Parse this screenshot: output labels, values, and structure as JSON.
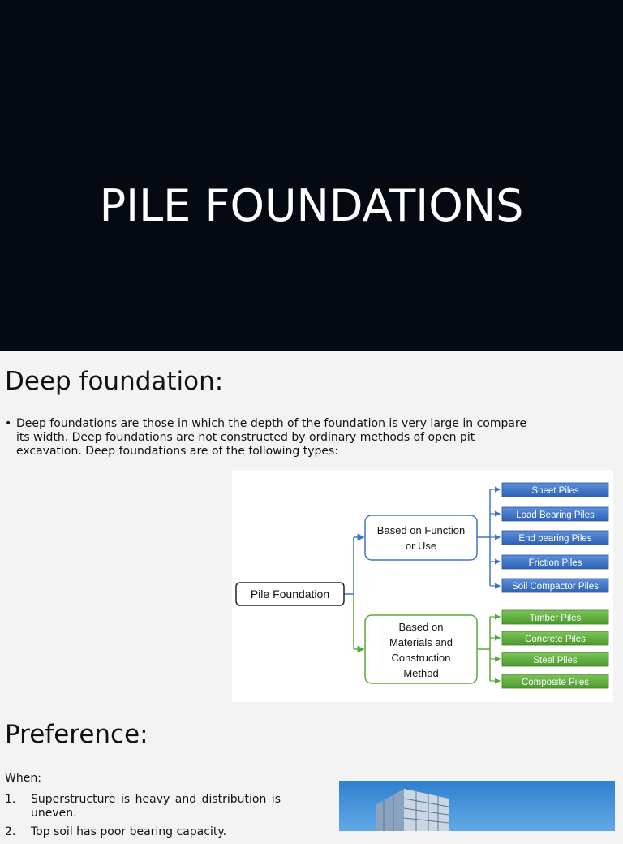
{
  "slide1": {
    "title": "PILE FOUNDATIONS"
  },
  "slide2": {
    "title": "Deep foundation:",
    "bullet_mark": "•",
    "bullet_text": "Deep foundations are those in which the depth of the foundation is very large in compare its width. Deep foundations are not constructed by ordinary methods of open pit excavation. Deep foundations are of the following types:",
    "diagram": {
      "root": "Pile Foundation",
      "branch1": {
        "label_lines": [
          "Based on Function",
          "or Use"
        ],
        "color": "#3d74c4",
        "items": [
          "Sheet Piles",
          "Load Bearing Piles",
          "End bearing Piles",
          "Friction Piles",
          "Soil Compactor Piles"
        ]
      },
      "branch2": {
        "label_lines": [
          "Based on",
          "Materials and",
          "Construction",
          "Method"
        ],
        "color": "#5aa83a",
        "items": [
          "Timber Piles",
          "Concrete Piles",
          "Steel Piles",
          "Composite Piles"
        ]
      }
    }
  },
  "slide3": {
    "title": "Preference:",
    "when": "When:",
    "items": [
      {
        "num": "1.",
        "text": "Superstructure is heavy and distribution is uneven."
      },
      {
        "num": "2.",
        "text": "Top soil has poor bearing capacity."
      }
    ]
  }
}
